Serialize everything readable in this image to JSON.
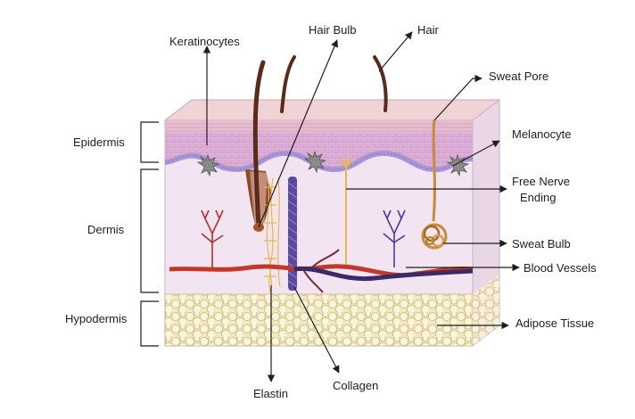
{
  "layers": {
    "epidermis": "Epidermis",
    "dermis": "Dermis",
    "hypodermis": "Hypodermis"
  },
  "labels": {
    "keratinocytes": "Keratinocytes",
    "hair_bulb": "Hair Bulb",
    "hair": "Hair",
    "sweat_pore": "Sweat Pore",
    "melanocyte": "Melanocyte",
    "free_nerve_ending_line1": "Free Nerve",
    "free_nerve_ending_line2": "Ending",
    "sweat_bulb": "Sweat Bulb",
    "blood_vessels": "Blood Vessels",
    "adipose_tissue": "Adipose Tissue",
    "elastin": "Elastin",
    "collagen": "Collagen"
  },
  "colors": {
    "epidermis_pink": "#e8c8e0",
    "epidermis_cells": "#d6a9d2",
    "basal_layer": "#b9a7d8",
    "dermis": "#f2e6f1",
    "fat": "#f4ecc8",
    "hair": "#5a2a1a",
    "artery": "#c0392b",
    "vein": "#4a3a8a",
    "nerve": "#e8b84a",
    "sweat_gland": "#c98a3a"
  }
}
